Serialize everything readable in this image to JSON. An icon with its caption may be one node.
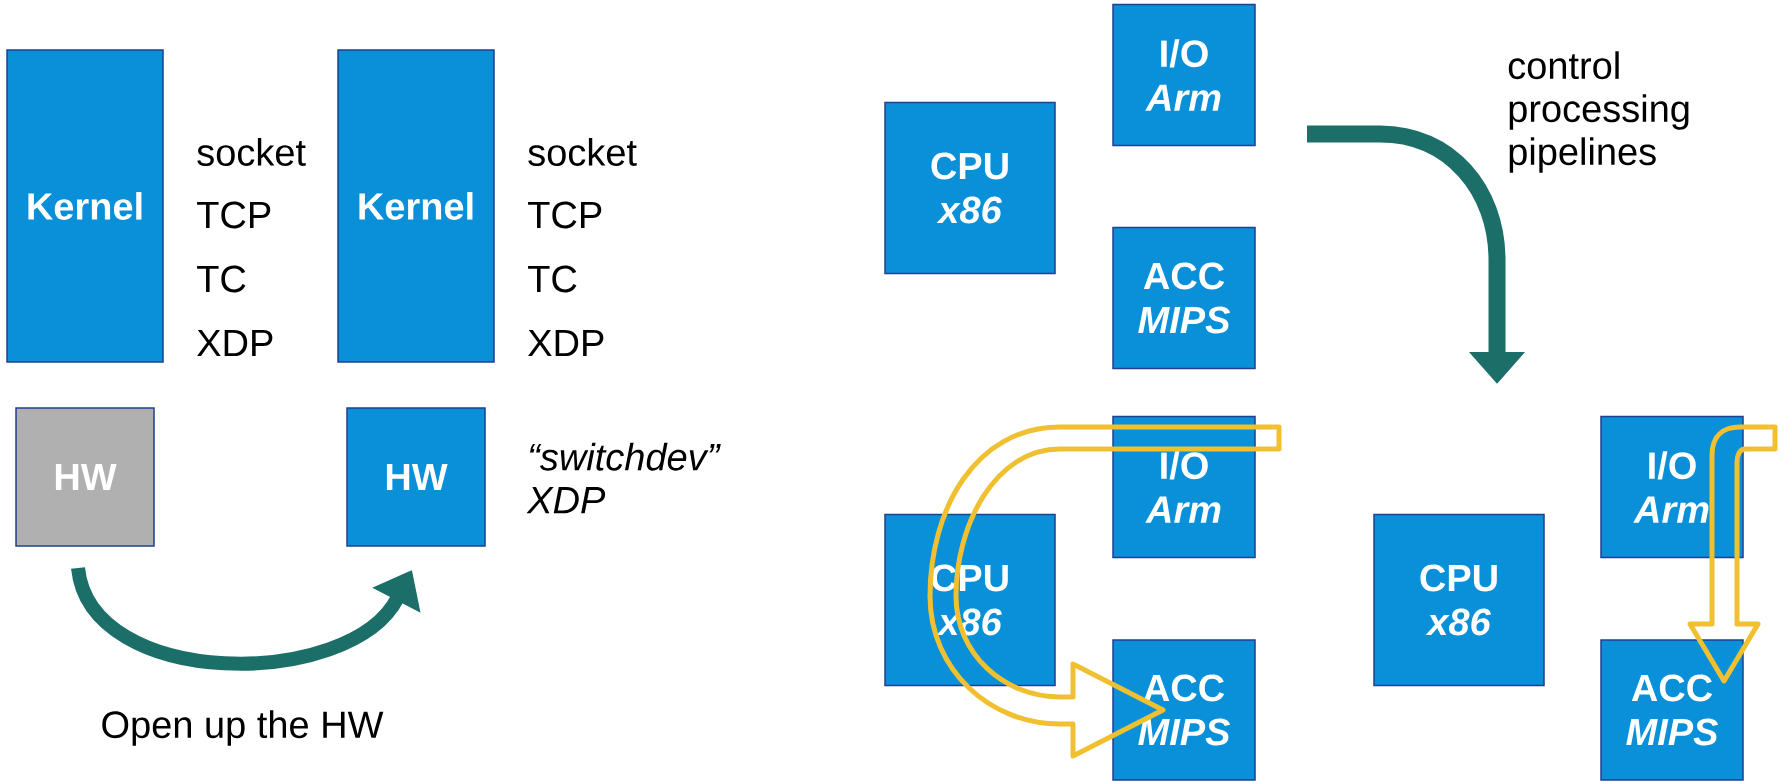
{
  "diagram": {
    "nodes": [
      {
        "text": [
          "Kernel"
        ],
        "beside": [
          "socket",
          "TCP",
          "TC",
          "XDP"
        ]
      },
      {
        "text": [
          "Kernel"
        ],
        "beside": [
          "socket",
          "TCP",
          "TC",
          "XDP"
        ]
      },
      {
        "text": [
          "HW"
        ]
      },
      {
        "text": [
          "HW"
        ],
        "beside": [
          "“switchdev” XDP"
        ]
      },
      {
        "text": [
          "I/O",
          "Arm"
        ]
      },
      {
        "text": [
          "CPU",
          "x86"
        ]
      },
      {
        "text": [
          "ACC",
          "MIPS"
        ]
      },
      {
        "text": [
          "I/O",
          "Arm"
        ]
      },
      {
        "text": [
          "I/O",
          "Arm"
        ]
      },
      {
        "text": [
          "CPU",
          "x86"
        ]
      },
      {
        "text": [
          "CPU",
          "x86"
        ]
      },
      {
        "text": [
          "ACC",
          "MIPS"
        ]
      },
      {
        "text": [
          "ACC",
          "MIPS"
        ]
      }
    ],
    "edges": [
      {
        "from": 2,
        "to": 3,
        "arrow": "to",
        "label": "Open up the HW",
        "color": "#1c6e68"
      },
      {
        "from": 4,
        "to": null,
        "arrow": "to",
        "label": "control processing pipelines",
        "color": "#1c6e68"
      },
      {
        "from": 7,
        "to": 11,
        "arrow": "to",
        "color": "#f0c030"
      },
      {
        "from": 8,
        "to": 12,
        "arrow": "to",
        "color": "#f0c030"
      }
    ]
  }
}
